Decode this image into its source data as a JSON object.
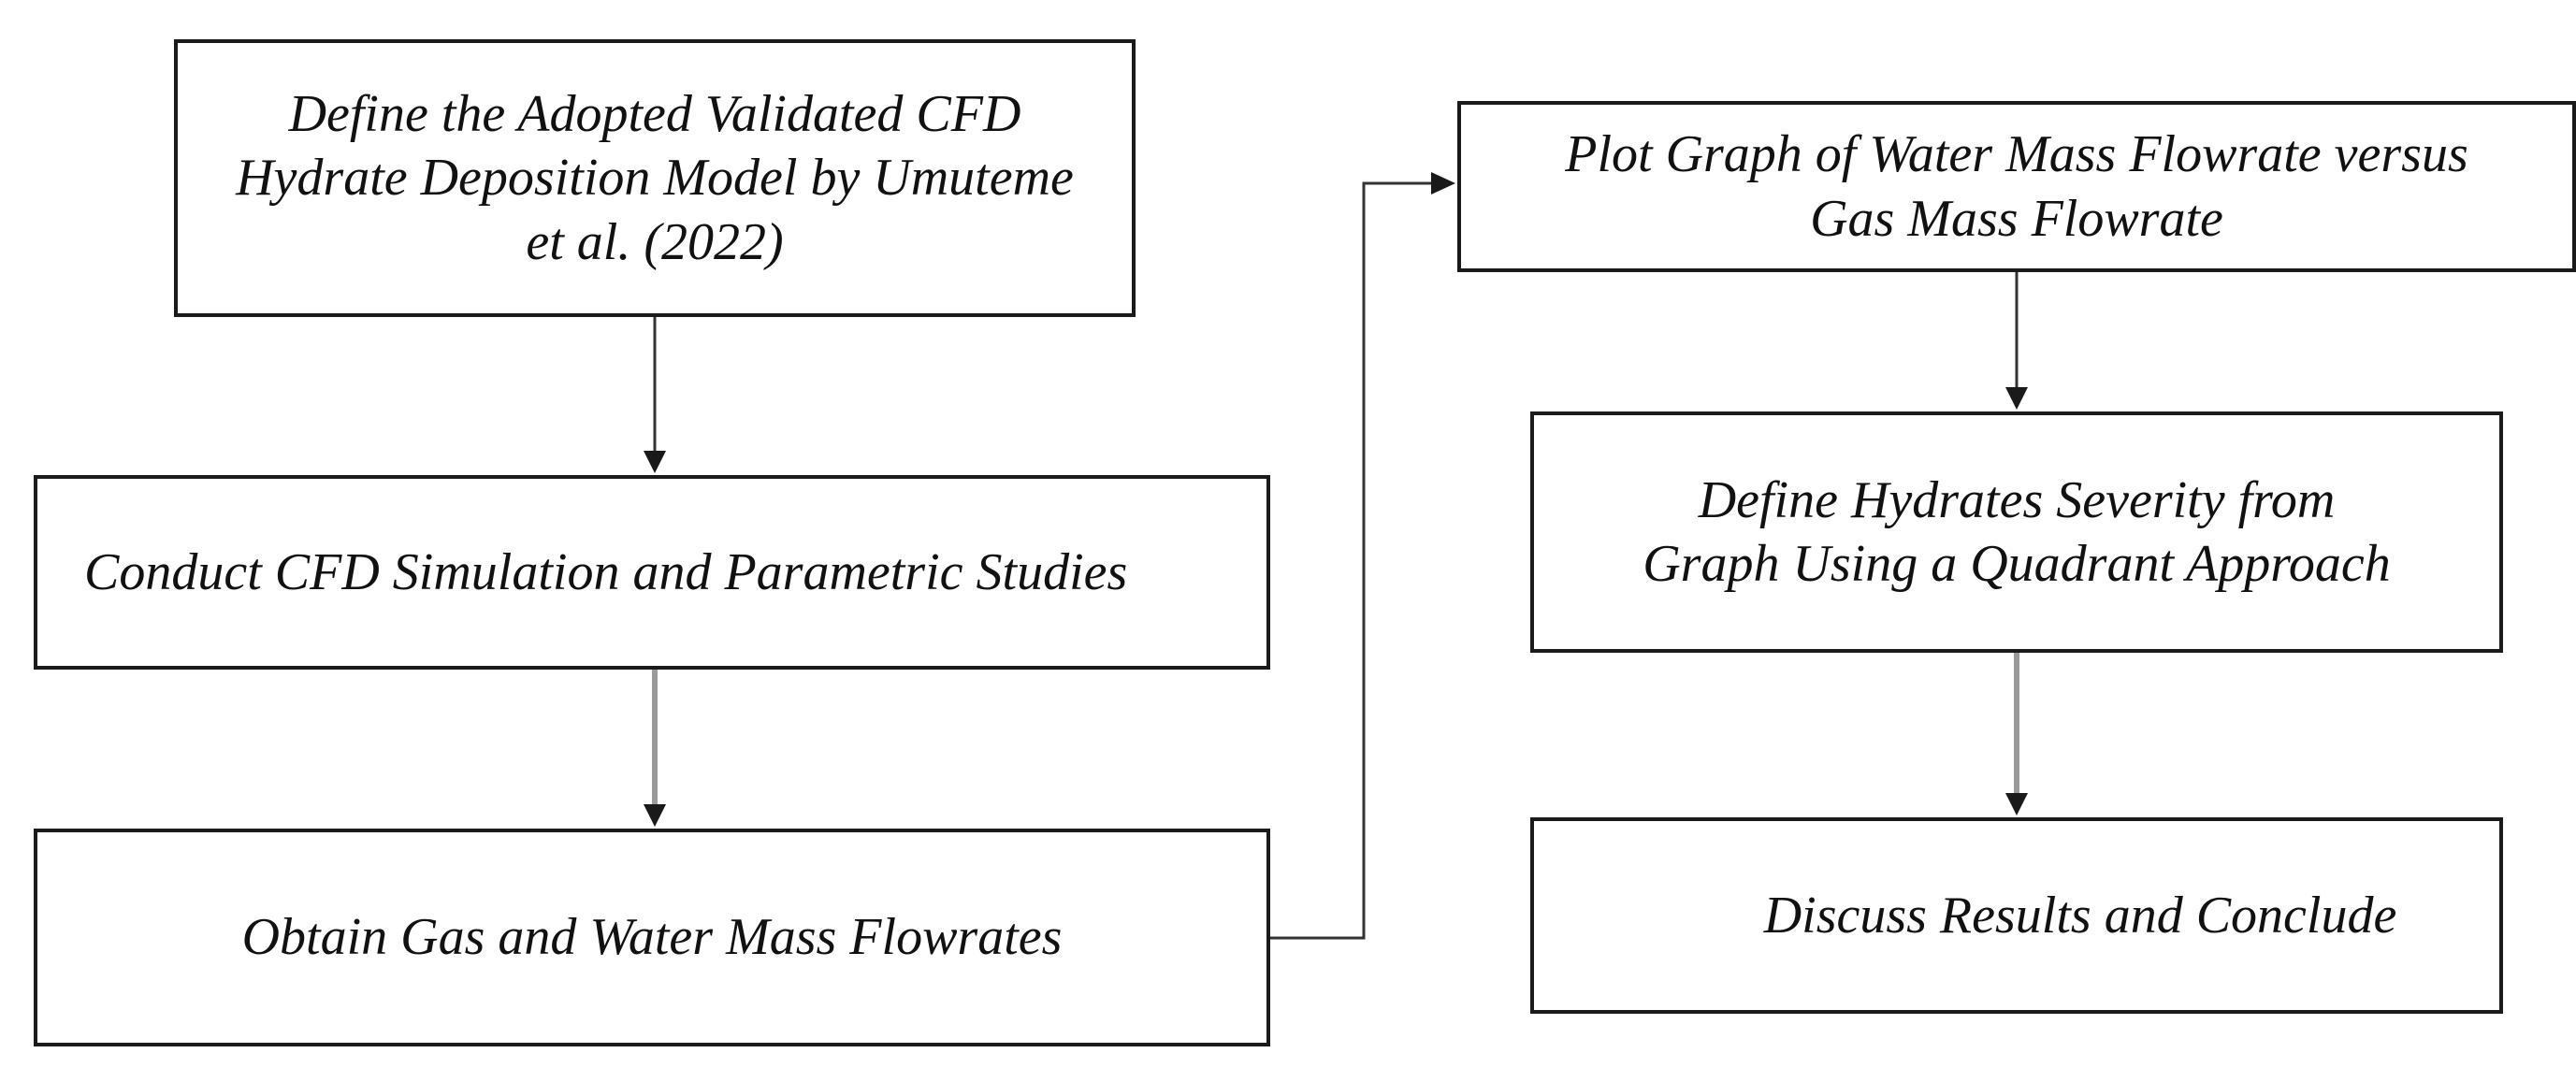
{
  "flowchart": {
    "steps": {
      "define_model": "Define the Adopted Validated CFD\nHydrate Deposition Model by Umuteme\net al. (2022)",
      "conduct_cfd": "Conduct CFD Simulation and Parametric Studies",
      "obtain_flowrates": "Obtain Gas and Water Mass Flowrates",
      "plot_graph": "Plot Graph of Water Mass Flowrate versus\nGas Mass Flowrate",
      "define_severity": "Define Hydrates Severity from\nGraph Using a Quadrant Approach",
      "discuss_results": "Discuss Results and Conclude"
    },
    "colors": {
      "box_border": "#1a1a1a",
      "arrow": "#333333",
      "arrow_light": "#9a9a9a",
      "text": "#111111"
    }
  }
}
